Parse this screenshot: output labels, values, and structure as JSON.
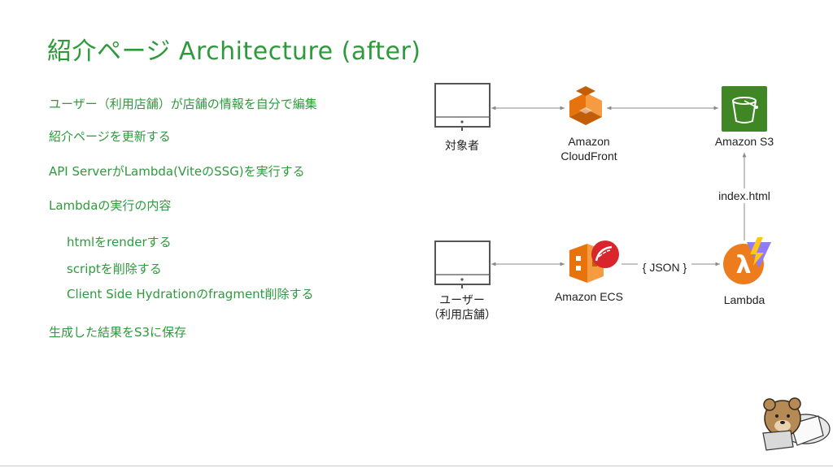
{
  "slide": {
    "title": "紹介ページ Architecture (after)"
  },
  "steps": [
    "ユーザー（利用店舗）が店舗の情報を自分で編集",
    "紹介ページを更新する",
    "API ServerがLambda(ViteのSSG)を実行する",
    "Lambdaの実行の内容",
    "htmlをrenderする",
    "scriptを削除する",
    "Client Side Hydrationのfragment削除する",
    "生成した結果をS3に保存"
  ],
  "diagram": {
    "target_label": "対象者",
    "cloudfront_label_1": "Amazon",
    "cloudfront_label_2": "CloudFront",
    "s3_label": "Amazon S3",
    "index_label": "index.html",
    "user_label_1": "ユーザー",
    "user_label_2": "（利用店舗）",
    "ecs_label": "Amazon ECS",
    "json_label": "{ JSON }",
    "lambda_label": "Lambda"
  },
  "colors": {
    "text_green": "#2e9a3c",
    "aws_orange": "#e8730c",
    "s3_green": "#3f8624",
    "lambda_orange": "#ed7d1c",
    "rails_red": "#d8262c"
  }
}
